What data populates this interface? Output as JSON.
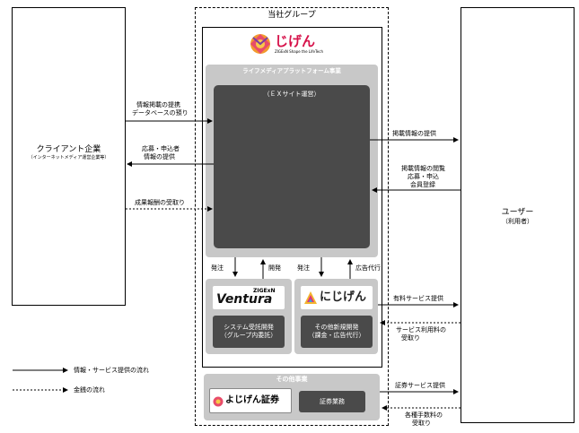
{
  "group_title": "当社グループ",
  "client": {
    "title": "クライアント企業",
    "subtitle": "（インターネットメディア運営企業等）"
  },
  "user": {
    "title": "ユーザー",
    "subtitle": "（利用者）"
  },
  "zigexn_logo": "じげん",
  "zigexn_sub": "ZIGExN  Shape the LifeTech",
  "lifemedia": {
    "title": "ライフメディアプラットフォーム事業",
    "ex": "（ＥＸサイト運営）"
  },
  "left_flows": {
    "f1_l1": "情報掲載の提携",
    "f1_l2": "データベースの預り",
    "f2_l1": "応募・申込者",
    "f2_l2": "情報の提供",
    "f3": "成果報酬の受取り"
  },
  "right_flows": {
    "r1": "掲載情報の提供",
    "r2_l1": "掲載情報の閲覧",
    "r2_l2": "応募・申込",
    "r2_l3": "会員登録",
    "r3": "有料サービス提供",
    "r4_l1": "サービス利用料の",
    "r4_l2": "受取り",
    "r5": "証券サービス提供",
    "r6_l1": "各種手数料の",
    "r6_l2": "受取り"
  },
  "mid_flows": {
    "hatchu1": "発注",
    "kaihatsu": "開発",
    "hatchu2": "発注",
    "koukoku": "広告代行"
  },
  "ventura": {
    "logo_top": "ZIGExN",
    "logo": "Ventura",
    "desc_l1": "システム受託開発",
    "desc_l2": "（グループ内委託）"
  },
  "nijigen": {
    "logo": "にじげん",
    "desc_l1": "その他新規開発",
    "desc_l2": "（課金・広告代行）"
  },
  "other": {
    "title": "その他事業",
    "logo": "よじげん証券",
    "desc": "証券業務"
  },
  "legend": {
    "solid": "情報・サービス提供の流れ",
    "dotted": "金銭の流れ"
  }
}
